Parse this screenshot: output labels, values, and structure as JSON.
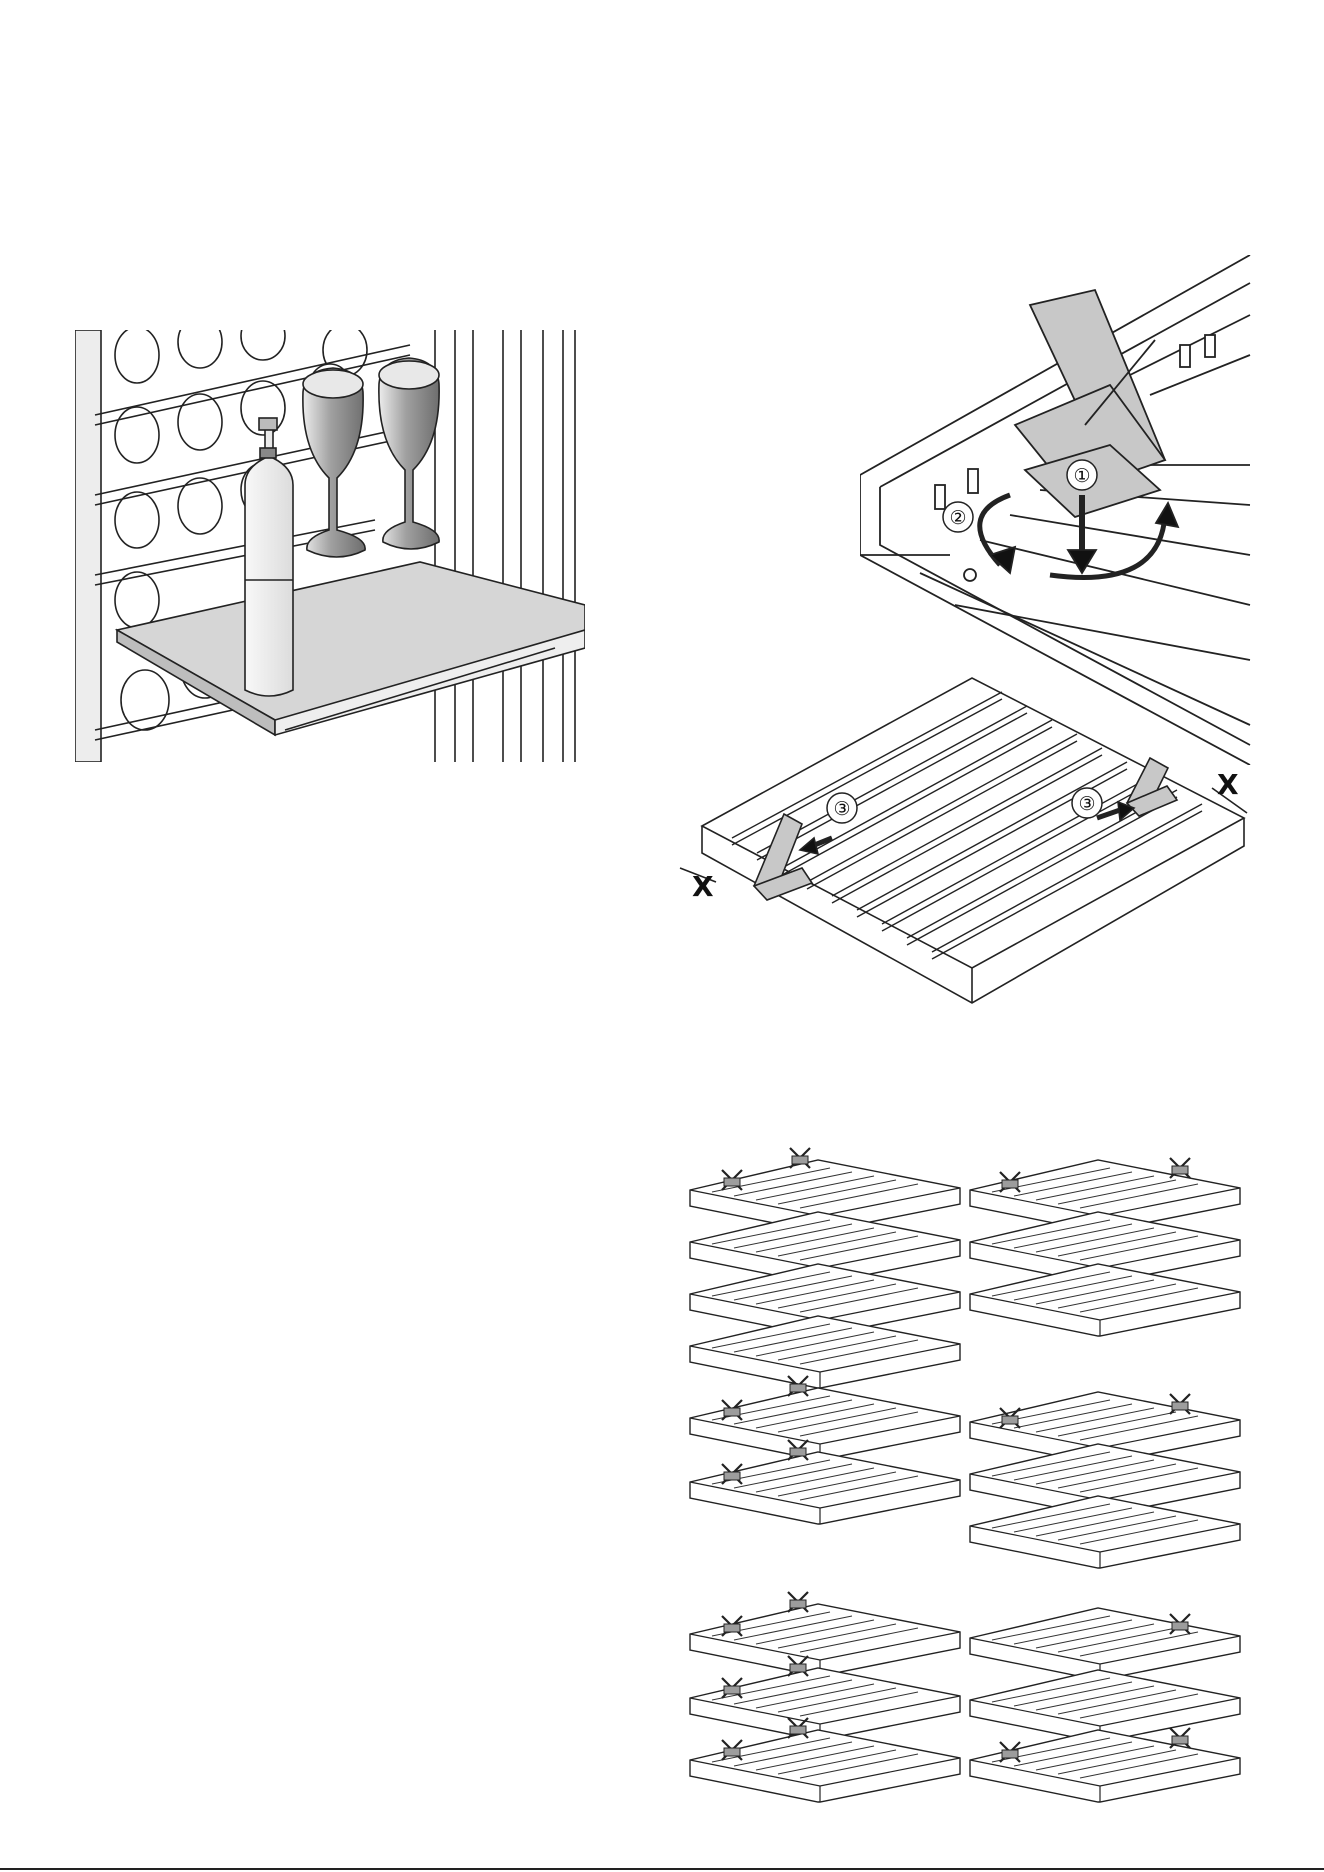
{
  "installation": {
    "steps": [
      "①",
      "②",
      "③",
      "③"
    ],
    "dimension_label": "X"
  },
  "colors": {
    "line": "#222222",
    "divider_fill": "#c8c8c8",
    "glass_dark": "#8c8c8c",
    "glass_light": "#e2e2e2",
    "bottle_fill": "#efefef",
    "shelf_fill": "#d6d6d6"
  },
  "stacks": {
    "forbidden_marker": "forbidden-x-icon"
  }
}
